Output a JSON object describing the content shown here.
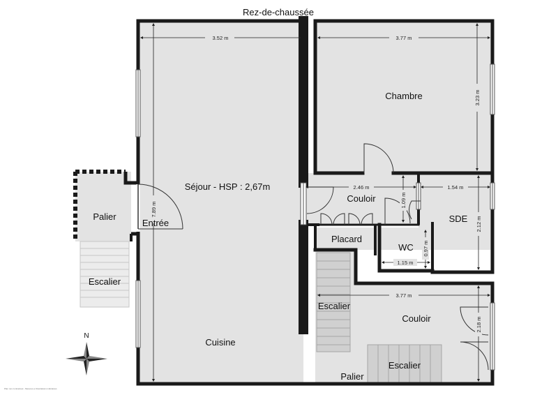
{
  "plan": {
    "title": "Rez-de-chaussée",
    "footnote": "Plan non contractuel - Mesures et illustrations indicatives"
  },
  "rooms": {
    "sejour": "Séjour - HSP : 2,67m",
    "cuisine": "Cuisine",
    "chambre": "Chambre",
    "couloir_top": "Couloir",
    "sde": "SDE",
    "placard": "Placard",
    "wc": "WC",
    "escalier_mid": "Escalier",
    "couloir_bottom": "Couloir",
    "escalier_bottom": "Escalier",
    "palier_bottom": "Palier",
    "palier_left": "Palier",
    "escalier_left": "Escalier",
    "entree": "Entrée"
  },
  "dimensions": {
    "sejour_width": "3.52 m",
    "sejour_height": "7.89 m",
    "chambre_width": "3.77 m",
    "chambre_height": "3.23 m",
    "couloir_width": "2.46 m",
    "couloir_height": "1.09 m",
    "sde_width": "1.54 m",
    "sde_height": "2.12 m",
    "wc_width": "1.15 m",
    "wc_height": "0.97 m",
    "couloir_bottom_width": "3.77 m",
    "couloir_bottom_height": "2.18 m"
  },
  "compass": {
    "north": "N"
  },
  "colors": {
    "wall": "#1a1a1a",
    "floor": "#e3e3e3",
    "stair": "#ececec",
    "stair_dark": "#bdbdbd",
    "window": "#ffffff",
    "dim_line": "#222222"
  }
}
